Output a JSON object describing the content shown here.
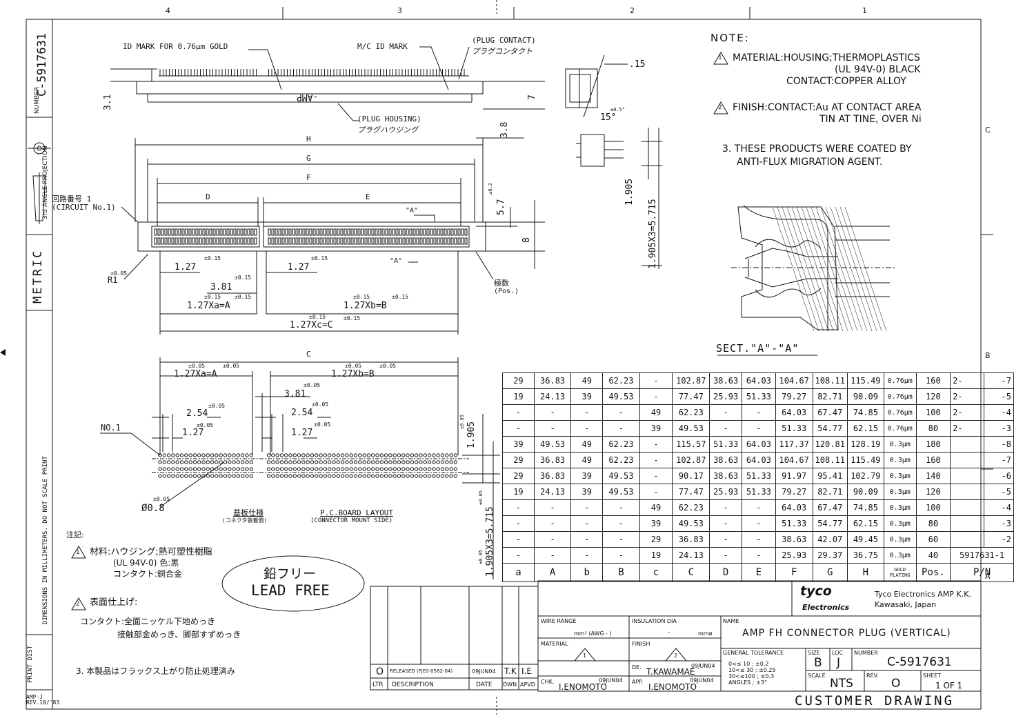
{
  "drawing_number": "C-5917631",
  "labels": {
    "number": "NUMBER",
    "projection": "3rd ANGLE PROJECTION",
    "metric": "METRIC",
    "dimensions_note": "DIMENSIONS IN MILLIMETERS. DO NOT SCALE PRINT",
    "print_dist": "PRINT DIST",
    "form": "AMP-J",
    "form_rev": "REV.10/'83"
  },
  "zones": {
    "top": [
      "4",
      "3",
      "2",
      "1"
    ],
    "right": [
      "C",
      "B",
      "A"
    ]
  },
  "callouts": {
    "id_mark": "ID MARK FOR 0.76μm GOLD",
    "mc_id_mark": "M/C ID MARK",
    "plug_contact": "(PLUG CONTACT)",
    "plug_contact_jp": "プラグコンタクト",
    "plug_housing": "(PLUG HOUSING)",
    "plug_housing_jp": "プラグハウジング",
    "amp_mark": "-AMP",
    "circuit_jp": "回路番号 1",
    "circuit": "(CIRCUIT No.1)",
    "pos_jp": "極数",
    "pos": "(Pos.)",
    "r1": "R1",
    "no1": "NO.1",
    "hole": "Ø0.8",
    "board_jp": "基板仕様",
    "board_jp_sub": "(コネクタ装着側)",
    "board": "P.C.BOARD LAYOUT",
    "board_sub": "(CONNECTOR MOUNT SIDE)",
    "section": "SECT.\"A\"-\"A\"",
    "sect_a": "\"A\""
  },
  "dims": {
    "d31": "3.1",
    "d7": "7",
    "d38": "3.8",
    "d015": ".15",
    "d15deg": "15°",
    "d05deg": "±0.5°",
    "H": "H",
    "G": "G",
    "F": "F",
    "D": "D",
    "E": "E",
    "C": "C",
    "d57": "5.7",
    "d8": "8",
    "d127": "1.27",
    "d381": "3.81",
    "d254": "2.54",
    "xa": "1.27Xa=A",
    "xb": "1.27Xb=B",
    "xc": "1.27Xc=C",
    "d1905": "1.905",
    "d1905x3": "1.905X3=5.715",
    "tol005": "±0.05",
    "tol015": "±0.15",
    "tol02": "±0.2"
  },
  "notes": {
    "title": "NOTE:",
    "n1_a": "MATERIAL:HOUSING;THERMOPLASTICS",
    "n1_b": "(UL 94V-0) BLACK",
    "n1_c": "CONTACT:COPPER ALLOY",
    "n2_a": "FINISH:CONTACT:Au AT CONTACT AREA",
    "n2_b": "TIN AT TINE, OVER Ni",
    "n3_a": "3. THESE PRODUCTS WERE COATED BY",
    "n3_b": "ANTI-FLUX MIGRATION AGENT."
  },
  "notes_jp": {
    "title": "注記:",
    "j1_a": "材料:ハウジング;熱可塑性樹脂",
    "j1_b": "(UL 94V-0) 色:黒",
    "j1_c": "コンタクト:銅合金",
    "j2_a": "表面仕上げ:",
    "j2_b": "コンタクト:全面ニッケル下地めっき",
    "j2_c": "接触部金めっき、脚部すずめっき",
    "j3": "3. 本製品はフラックス上がり防止処理済み"
  },
  "lead_free": {
    "jp": "鉛フリー",
    "en": "LEAD FREE"
  },
  "spec_table": {
    "headers": [
      "a",
      "A",
      "b",
      "B",
      "c",
      "C",
      "D",
      "E",
      "F",
      "G",
      "H",
      "GOLD PLATING",
      "Pos.",
      "P/N"
    ],
    "rows": [
      [
        "29",
        "36.83",
        "49",
        "62.23",
        "-",
        "102.87",
        "38.63",
        "64.03",
        "104.67",
        "108.11",
        "115.49",
        "0.76μm",
        "160",
        "2-",
        "-7"
      ],
      [
        "19",
        "24.13",
        "39",
        "49.53",
        "-",
        "77.47",
        "25.93",
        "51.33",
        "79.27",
        "82.71",
        "90.09",
        "0.76μm",
        "120",
        "2-",
        "-5"
      ],
      [
        "-",
        "-",
        "-",
        "-",
        "49",
        "62.23",
        "-",
        "-",
        "64.03",
        "67.47",
        "74.85",
        "0.76μm",
        "100",
        "2-",
        "-4"
      ],
      [
        "-",
        "-",
        "-",
        "-",
        "39",
        "49.53",
        "-",
        "-",
        "51.33",
        "54.77",
        "62.15",
        "0.76μm",
        "80",
        "2-",
        "-3"
      ],
      [
        "39",
        "49.53",
        "49",
        "62.23",
        "-",
        "115.57",
        "51.33",
        "64.03",
        "117.37",
        "120.81",
        "128.19",
        "0.3μm",
        "180",
        "",
        "-8"
      ],
      [
        "29",
        "36.83",
        "49",
        "62.23",
        "-",
        "102.87",
        "38.63",
        "64.03",
        "104.67",
        "108.11",
        "115.49",
        "0.3μm",
        "160",
        "",
        "-7"
      ],
      [
        "29",
        "36.83",
        "39",
        "49.53",
        "-",
        "90.17",
        "38.63",
        "51.33",
        "91.97",
        "95.41",
        "102.79",
        "0.3μm",
        "140",
        "",
        "-6"
      ],
      [
        "19",
        "24.13",
        "39",
        "49.53",
        "-",
        "77.47",
        "25.93",
        "51.33",
        "79.27",
        "82.71",
        "90.09",
        "0.3μm",
        "120",
        "",
        "-5"
      ],
      [
        "-",
        "-",
        "-",
        "-",
        "49",
        "62.23",
        "-",
        "-",
        "64.03",
        "67.47",
        "74.85",
        "0.3μm",
        "100",
        "",
        "-4"
      ],
      [
        "-",
        "-",
        "-",
        "-",
        "39",
        "49.53",
        "-",
        "-",
        "51.33",
        "54.77",
        "62.15",
        "0.3μm",
        "80",
        "",
        "-3"
      ],
      [
        "-",
        "-",
        "-",
        "-",
        "29",
        "36.83",
        "-",
        "-",
        "38.63",
        "42.07",
        "49.45",
        "0.3μm",
        "60",
        "",
        "-2"
      ],
      [
        "-",
        "-",
        "-",
        "-",
        "19",
        "24.13",
        "-",
        "-",
        "25.93",
        "29.37",
        "36.75",
        "0.3μm",
        "40",
        "5917631-1",
        ""
      ]
    ]
  },
  "revision": {
    "ltr": "O",
    "desc": "RELEASED (FJE0-0582-04)",
    "date": "09JUN04",
    "dwn": "T.K",
    "apvd": "I.E",
    "h_ltr": "LTR",
    "h_desc": "DESCRIPTION",
    "h_date": "DATE",
    "h_dwn": "DWN",
    "h_apvd": "APVD"
  },
  "title_block": {
    "company_logo_1": "tyco",
    "company_logo_2": "Electronics",
    "company_1": "Tyco Electronics AMP K.K.",
    "company_2": "Kawasaki, Japan",
    "wire_range": "WIRE RANGE",
    "wire_units": "mm² (AWG - )",
    "insulation": "INSULATION DIA",
    "ins_val": "-",
    "ins_unit": "mmø",
    "name_label": "NAME",
    "name": "AMP FH CONNECTOR PLUG (VERTICAL)",
    "material": "MATERIAL",
    "finish": "FINISH",
    "de": "DE.",
    "de_name": "T.KAWAMAE",
    "de_date": "09JUN04",
    "chk": "CHK.",
    "chk_name": "I.ENOMOTO",
    "chk_date": "09JUN04",
    "app": "APP.",
    "app_name": "I.ENOMOTO",
    "app_date": "09JUN04",
    "gen_tol": "GENERAL TOLERANCE",
    "tol_1": "0<≤ 10 ; ±0.2",
    "tol_2": "10<≤ 30 ; ±0.25",
    "tol_3": "30<≤100 ; ±0.3",
    "tol_4": "ANGLES ; ±3°",
    "size_l": "SIZE",
    "size": "B",
    "loc_l": "LOC",
    "loc": "J",
    "number_l": "NUMBER",
    "number": "C-5917631",
    "scale_l": "SCALE",
    "scale": "NTS",
    "rev_l": "REV.",
    "rev": "O",
    "sheet_l": "SHEET",
    "sheet": "1 OF 1",
    "customer": "CUSTOMER DRAWING",
    "tri1": "1",
    "tri2": "2"
  }
}
